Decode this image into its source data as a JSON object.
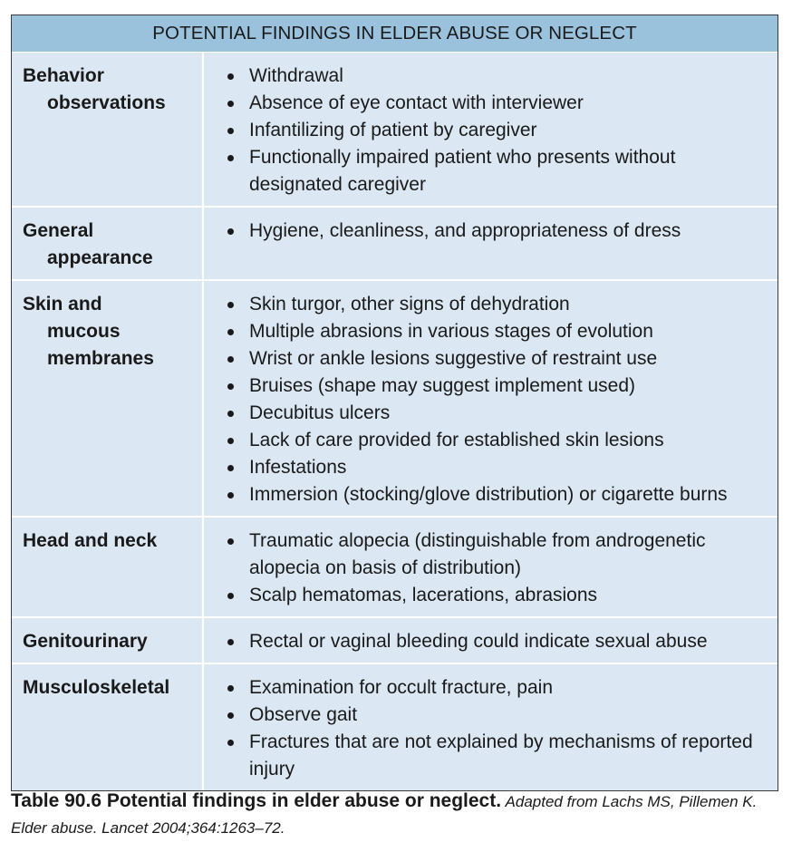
{
  "table": {
    "title": "POTENTIAL FINDINGS IN ELDER ABUSE OR NEGLECT",
    "rows": [
      {
        "category_lines": [
          "Behavior",
          "observations"
        ],
        "items": [
          "Withdrawal",
          "Absence of eye contact with interviewer",
          "Infantilizing of patient by caregiver",
          "Functionally impaired patient who presents without designated caregiver"
        ]
      },
      {
        "category_lines": [
          "General",
          "appearance"
        ],
        "items": [
          "Hygiene, cleanliness, and appropriateness of dress"
        ]
      },
      {
        "category_lines": [
          "Skin and",
          "mucous",
          "membranes"
        ],
        "items": [
          "Skin turgor, other signs of dehydration",
          "Multiple abrasions in various stages of evolution",
          "Wrist or ankle lesions suggestive of restraint use",
          "Bruises (shape may suggest implement used)",
          "Decubitus ulcers",
          "Lack of care provided for established skin lesions",
          "Infestations",
          "Immersion (stocking/glove distribution) or cigarette burns"
        ]
      },
      {
        "category_lines": [
          "Head and neck"
        ],
        "items": [
          "Traumatic alopecia (distinguishable from androgenetic alopecia on basis of distribution)",
          "Scalp hematomas, lacerations, abrasions"
        ]
      },
      {
        "category_lines": [
          "Genitourinary"
        ],
        "items": [
          "Rectal or vaginal bleeding could indicate sexual abuse"
        ]
      },
      {
        "category_lines": [
          "Musculoskeletal"
        ],
        "items": [
          "Examination for occult fracture, pain",
          "Observe gait",
          "Fractures that are not explained by mechanisms of reported injury"
        ]
      }
    ]
  },
  "caption": {
    "title": "Table 90.6 Potential findings in elder abuse or neglect.",
    "source": "Adapted from Lachs MS, Pillemen K. Elder abuse. Lancet 2004;364:1263–72."
  }
}
